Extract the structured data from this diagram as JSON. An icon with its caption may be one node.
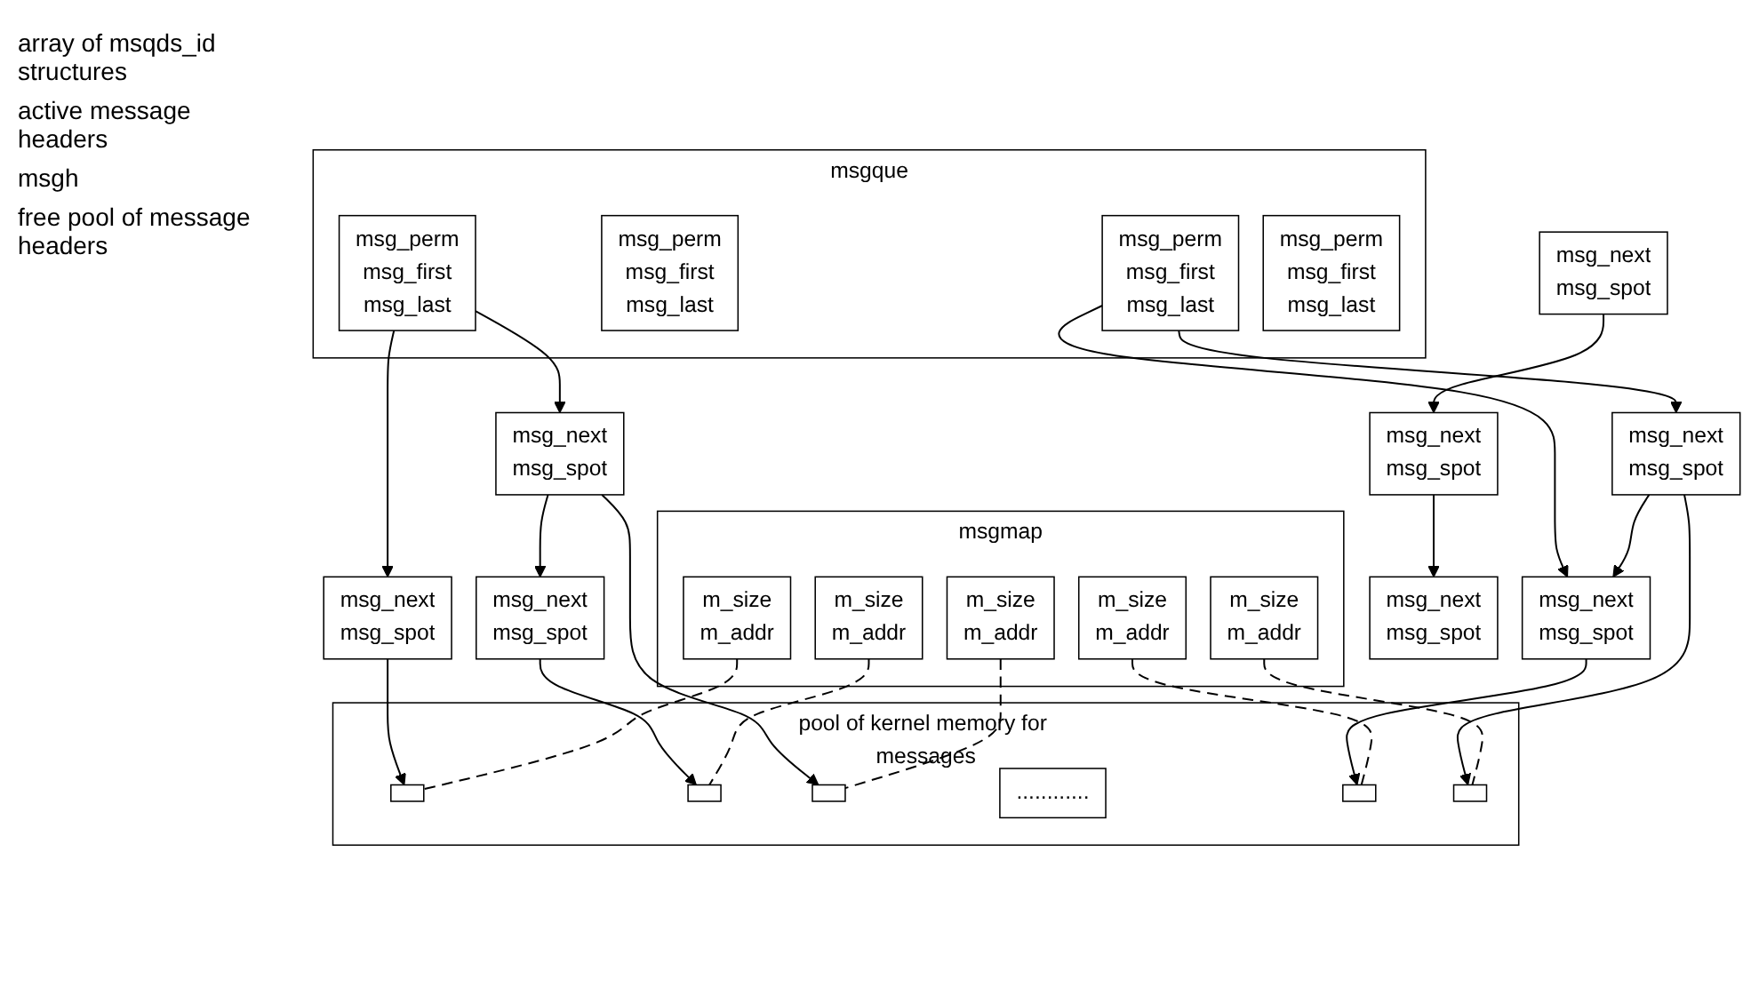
{
  "diagram": {
    "nodes": [
      {
        "text": [
          "msgque"
        ]
      },
      {
        "text": [
          "msg_perm",
          "msg_first",
          "msg_last"
        ],
        "in": 0
      },
      {
        "text": [
          "msg_perm",
          "msg_first",
          "msg_last"
        ],
        "in": 0
      },
      {
        "text": [
          "msg_perm",
          "msg_first",
          "msg_last"
        ],
        "in": 0
      },
      {
        "text": [
          "msg_perm",
          "msg_first",
          "msg_last"
        ],
        "in": 0
      },
      {
        "text": [
          "msg_next",
          "msg_spot"
        ]
      },
      {
        "text": [
          "msg_next",
          "msg_spot"
        ]
      },
      {
        "text": [
          "msg_next",
          "msg_spot"
        ]
      },
      {
        "text": [
          "msg_next",
          "msg_spot"
        ]
      },
      {
        "text": [
          "msg_next",
          "msg_spot"
        ]
      },
      {
        "text": [
          "msgmap"
        ]
      },
      {
        "text": [
          "m_size",
          "m_addr"
        ],
        "in": 10
      },
      {
        "text": [
          "m_size",
          "m_addr"
        ],
        "in": 10
      },
      {
        "text": [
          "m_size",
          "m_addr"
        ],
        "in": 10
      },
      {
        "text": [
          "m_size",
          "m_addr"
        ],
        "in": 10
      },
      {
        "text": [
          "m_size",
          "m_addr"
        ],
        "in": 10
      },
      {
        "text": [
          "pool of kernel memory for messages"
        ]
      },
      {
        "text": [],
        "shape": "box",
        "in": 16
      },
      {
        "text": [],
        "shape": "box",
        "in": 16
      },
      {
        "text": [],
        "shape": "box",
        "in": 16
      },
      {
        "text": [
          "............"
        ],
        "in": 16
      },
      {
        "text": [],
        "shape": "box",
        "in": 16
      },
      {
        "text": [],
        "shape": "box",
        "in": 16
      },
      {
        "text": [
          "msg_next",
          "msg_spot"
        ]
      },
      {
        "text": [
          "msg_next",
          "msg_spot"
        ]
      },
      {
        "text": [
          "msg_next",
          "msg_spot"
        ]
      }
    ],
    "edges": [
      {
        "from": 1,
        "to": 5,
        "arrow": "to"
      },
      {
        "from": 1,
        "to": 7,
        "arrow": "to"
      },
      {
        "from": 5,
        "to": 6,
        "arrow": "to"
      },
      {
        "from": 3,
        "to": 8,
        "arrow": "to"
      },
      {
        "from": 3,
        "to": 9,
        "arrow": "to"
      },
      {
        "from": 8,
        "to": 9,
        "arrow": "to"
      },
      {
        "from": 5,
        "to": 19,
        "arrow": "to"
      },
      {
        "from": 6,
        "to": 18,
        "arrow": "to"
      },
      {
        "from": 7,
        "to": 17,
        "arrow": "to"
      },
      {
        "from": 8,
        "to": 22,
        "arrow": "to"
      },
      {
        "from": 9,
        "to": 21,
        "arrow": "to"
      },
      {
        "from": 11,
        "to": 17,
        "arrow": "none",
        "style": "dashed"
      },
      {
        "from": 12,
        "to": 18,
        "arrow": "none",
        "style": "dashed"
      },
      {
        "from": 13,
        "to": 19,
        "arrow": "none",
        "style": "dashed"
      },
      {
        "from": 14,
        "to": 21,
        "arrow": "none",
        "style": "dashed"
      },
      {
        "from": 15,
        "to": 22,
        "arrow": "none",
        "style": "dashed"
      },
      {
        "from": 23,
        "to": 24,
        "arrow": "to"
      },
      {
        "from": 24,
        "to": 25,
        "arrow": "to"
      }
    ],
    "labels": [
      "array of msqds_id structures",
      "active message headers",
      "msgh",
      "free pool of message headers"
    ]
  }
}
